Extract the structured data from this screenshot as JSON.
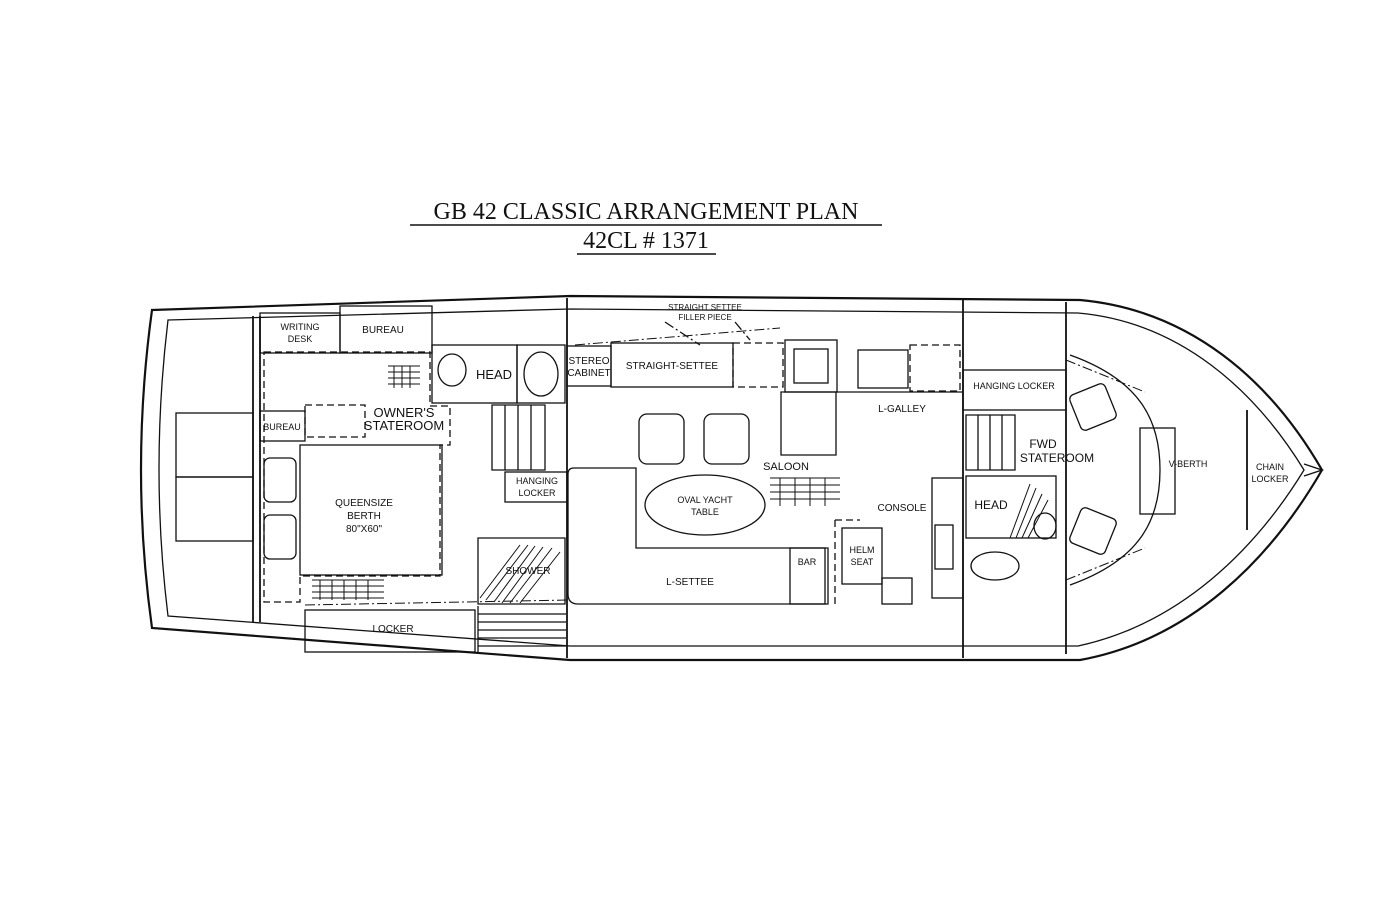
{
  "title": "GB 42 CLASSIC ARRANGEMENT PLAN",
  "subtitle": "42CL # 1371",
  "labels": {
    "writing_desk_1": "WRITING",
    "writing_desk_2": "DESK",
    "bureau_top": "BUREAU",
    "bureau_side": "BUREAU",
    "head_aft": "HEAD",
    "stereo_cabinet_1": "STEREO",
    "stereo_cabinet_2": "CABINET",
    "straight_settee": "STRAIGHT-SETTEE",
    "filler_piece_1": "STRAIGHT SETTEE",
    "filler_piece_2": "FILLER PIECE",
    "owners_stateroom_1": "OWNER'S",
    "owners_stateroom_2": "STATEROOM",
    "l_galley": "L-GALLEY",
    "hanging_locker_fwd": "HANGING LOCKER",
    "fwd_stateroom_1": "FWD",
    "fwd_stateroom_2": "STATEROOM",
    "v_berth": "V-BERTH",
    "chain_locker_1": "CHAIN",
    "chain_locker_2": "LOCKER",
    "saloon": "SALOON",
    "hanging_locker_aft_1": "HANGING",
    "hanging_locker_aft_2": "LOCKER",
    "queensize_berth_1": "QUEENSIZE",
    "queensize_berth_2": "BERTH",
    "queensize_berth_3": "80\"X60\"",
    "oval_table_1": "OVAL YACHT",
    "oval_table_2": "TABLE",
    "console": "CONSOLE",
    "head_fwd": "HEAD",
    "helm_seat_1": "HELM",
    "helm_seat_2": "SEAT",
    "bar": "BAR",
    "shower": "SHOWER",
    "l_settee": "L-SETTEE",
    "locker": "LOCKER"
  },
  "colors": {
    "ink": "#111111",
    "paper": "#ffffff"
  }
}
